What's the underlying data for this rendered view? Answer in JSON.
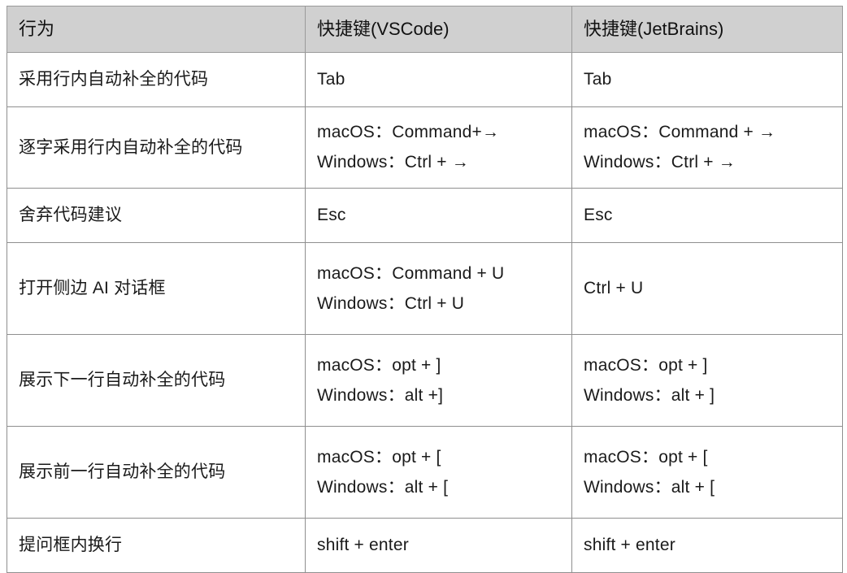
{
  "table": {
    "headers": {
      "action": "行为",
      "vscode": "快捷键(VSCode)",
      "jetbrains": "快捷键(JetBrains)"
    },
    "rows": [
      {
        "action": "采用行内自动补全的代码",
        "vscode": [
          "Tab"
        ],
        "jetbrains": [
          "Tab"
        ]
      },
      {
        "action": "逐字采用行内自动补全的代码",
        "vscode": [
          "macOS：Command+→",
          "Windows：Ctrl + →"
        ],
        "jetbrains": [
          "macOS：Command + →",
          "Windows：Ctrl + →"
        ]
      },
      {
        "action": "舍弃代码建议",
        "vscode": [
          "Esc"
        ],
        "jetbrains": [
          "Esc"
        ]
      },
      {
        "action": "打开侧边 AI 对话框",
        "vscode": [
          "macOS：Command + U",
          "Windows：Ctrl + U"
        ],
        "jetbrains": [
          "Ctrl + U"
        ]
      },
      {
        "action": "展示下一行自动补全的代码",
        "vscode": [
          "macOS：opt + ]",
          "Windows：alt +]"
        ],
        "jetbrains": [
          "macOS：opt + ]",
          "Windows：alt + ]"
        ]
      },
      {
        "action": "展示前一行自动补全的代码",
        "vscode": [
          "macOS：opt + [",
          "Windows：alt + ["
        ],
        "jetbrains": [
          "macOS：opt + [",
          "Windows：alt + ["
        ]
      },
      {
        "action": "提问框内换行",
        "vscode": [
          "shift + enter"
        ],
        "jetbrains": [
          "shift + enter"
        ]
      }
    ]
  },
  "colors": {
    "header_background": "#d0d0d0",
    "border": "#8c8c8c",
    "text": "#1a1a1a",
    "page_background": "#ffffff"
  }
}
